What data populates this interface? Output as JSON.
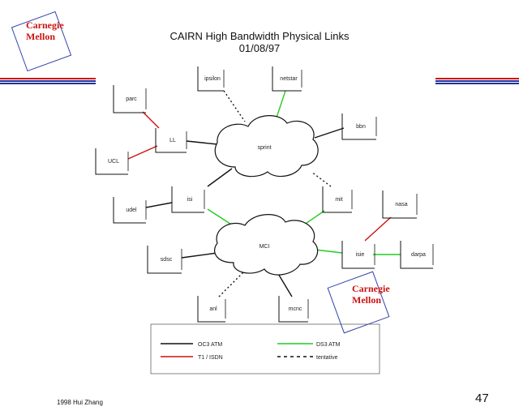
{
  "header": {
    "title": "CAIRN High Bandwidth Physical Links",
    "date": "01/08/97",
    "logo_text_line1": "Carnegie",
    "logo_text_line2": "Mellon"
  },
  "clouds": [
    {
      "id": "sprint",
      "label": "sprint"
    },
    {
      "id": "mci",
      "label": "MCI"
    }
  ],
  "nodes": [
    {
      "id": "ipsilon",
      "label": "ipsilon"
    },
    {
      "id": "netstar",
      "label": "netstar"
    },
    {
      "id": "parc",
      "label": "parc"
    },
    {
      "id": "ll",
      "label": "LL"
    },
    {
      "id": "ucl",
      "label": "UCL"
    },
    {
      "id": "bbn",
      "label": "bbn"
    },
    {
      "id": "isi",
      "label": "isi"
    },
    {
      "id": "mit",
      "label": "mit"
    },
    {
      "id": "udel",
      "label": "udel"
    },
    {
      "id": "nasa",
      "label": "nasa"
    },
    {
      "id": "sdsc",
      "label": "sdsc"
    },
    {
      "id": "isie",
      "label": "isie"
    },
    {
      "id": "darpa",
      "label": "darpa"
    },
    {
      "id": "anl",
      "label": "anl"
    },
    {
      "id": "mcnc",
      "label": "mcnc"
    }
  ],
  "links": [
    {
      "from": "ipsilon",
      "to": "sprint",
      "kind": "planned"
    },
    {
      "from": "netstar",
      "to": "sprint",
      "kind": "ds3"
    },
    {
      "from": "parc",
      "to": "ll",
      "kind": "t1"
    },
    {
      "from": "ucl",
      "to": "ll",
      "kind": "t1"
    },
    {
      "from": "ll",
      "to": "sprint",
      "kind": "oc3"
    },
    {
      "from": "bbn",
      "to": "sprint",
      "kind": "oc3"
    },
    {
      "from": "isi",
      "to": "sprint",
      "kind": "oc3"
    },
    {
      "from": "mit",
      "to": "sprint",
      "kind": "planned"
    },
    {
      "from": "isi",
      "to": "mci",
      "kind": "ds3"
    },
    {
      "from": "mit",
      "to": "mci",
      "kind": "ds3"
    },
    {
      "from": "nasa",
      "to": "isie",
      "kind": "t1"
    },
    {
      "from": "sdsc",
      "to": "mci",
      "kind": "oc3"
    },
    {
      "from": "isie",
      "to": "mci",
      "kind": "ds3"
    },
    {
      "from": "isie",
      "to": "darpa",
      "kind": "ds3"
    },
    {
      "from": "anl",
      "to": "mci",
      "kind": "planned"
    },
    {
      "from": "mcnc",
      "to": "mci",
      "kind": "oc3"
    },
    {
      "from": "udel",
      "to": "isi",
      "kind": "oc3"
    }
  ],
  "legend": {
    "items": [
      {
        "kind": "oc3",
        "label": "OC3 ATM"
      },
      {
        "kind": "ds3",
        "label": "DS3 ATM"
      },
      {
        "kind": "t1",
        "label": "T1 / ISDN"
      },
      {
        "kind": "planned",
        "label": "tentative"
      }
    ]
  },
  "colors": {
    "oc3": "#111111",
    "ds3": "#22cc22",
    "t1": "#cc1111",
    "planned": "#111111",
    "stripe_red": "#cc1111",
    "stripe_blue": "#223399",
    "logo_blue": "#3344aa",
    "logo_red": "#cc1111"
  },
  "footer": {
    "credit": "1998 Hui Zhang",
    "page_number": "47"
  }
}
